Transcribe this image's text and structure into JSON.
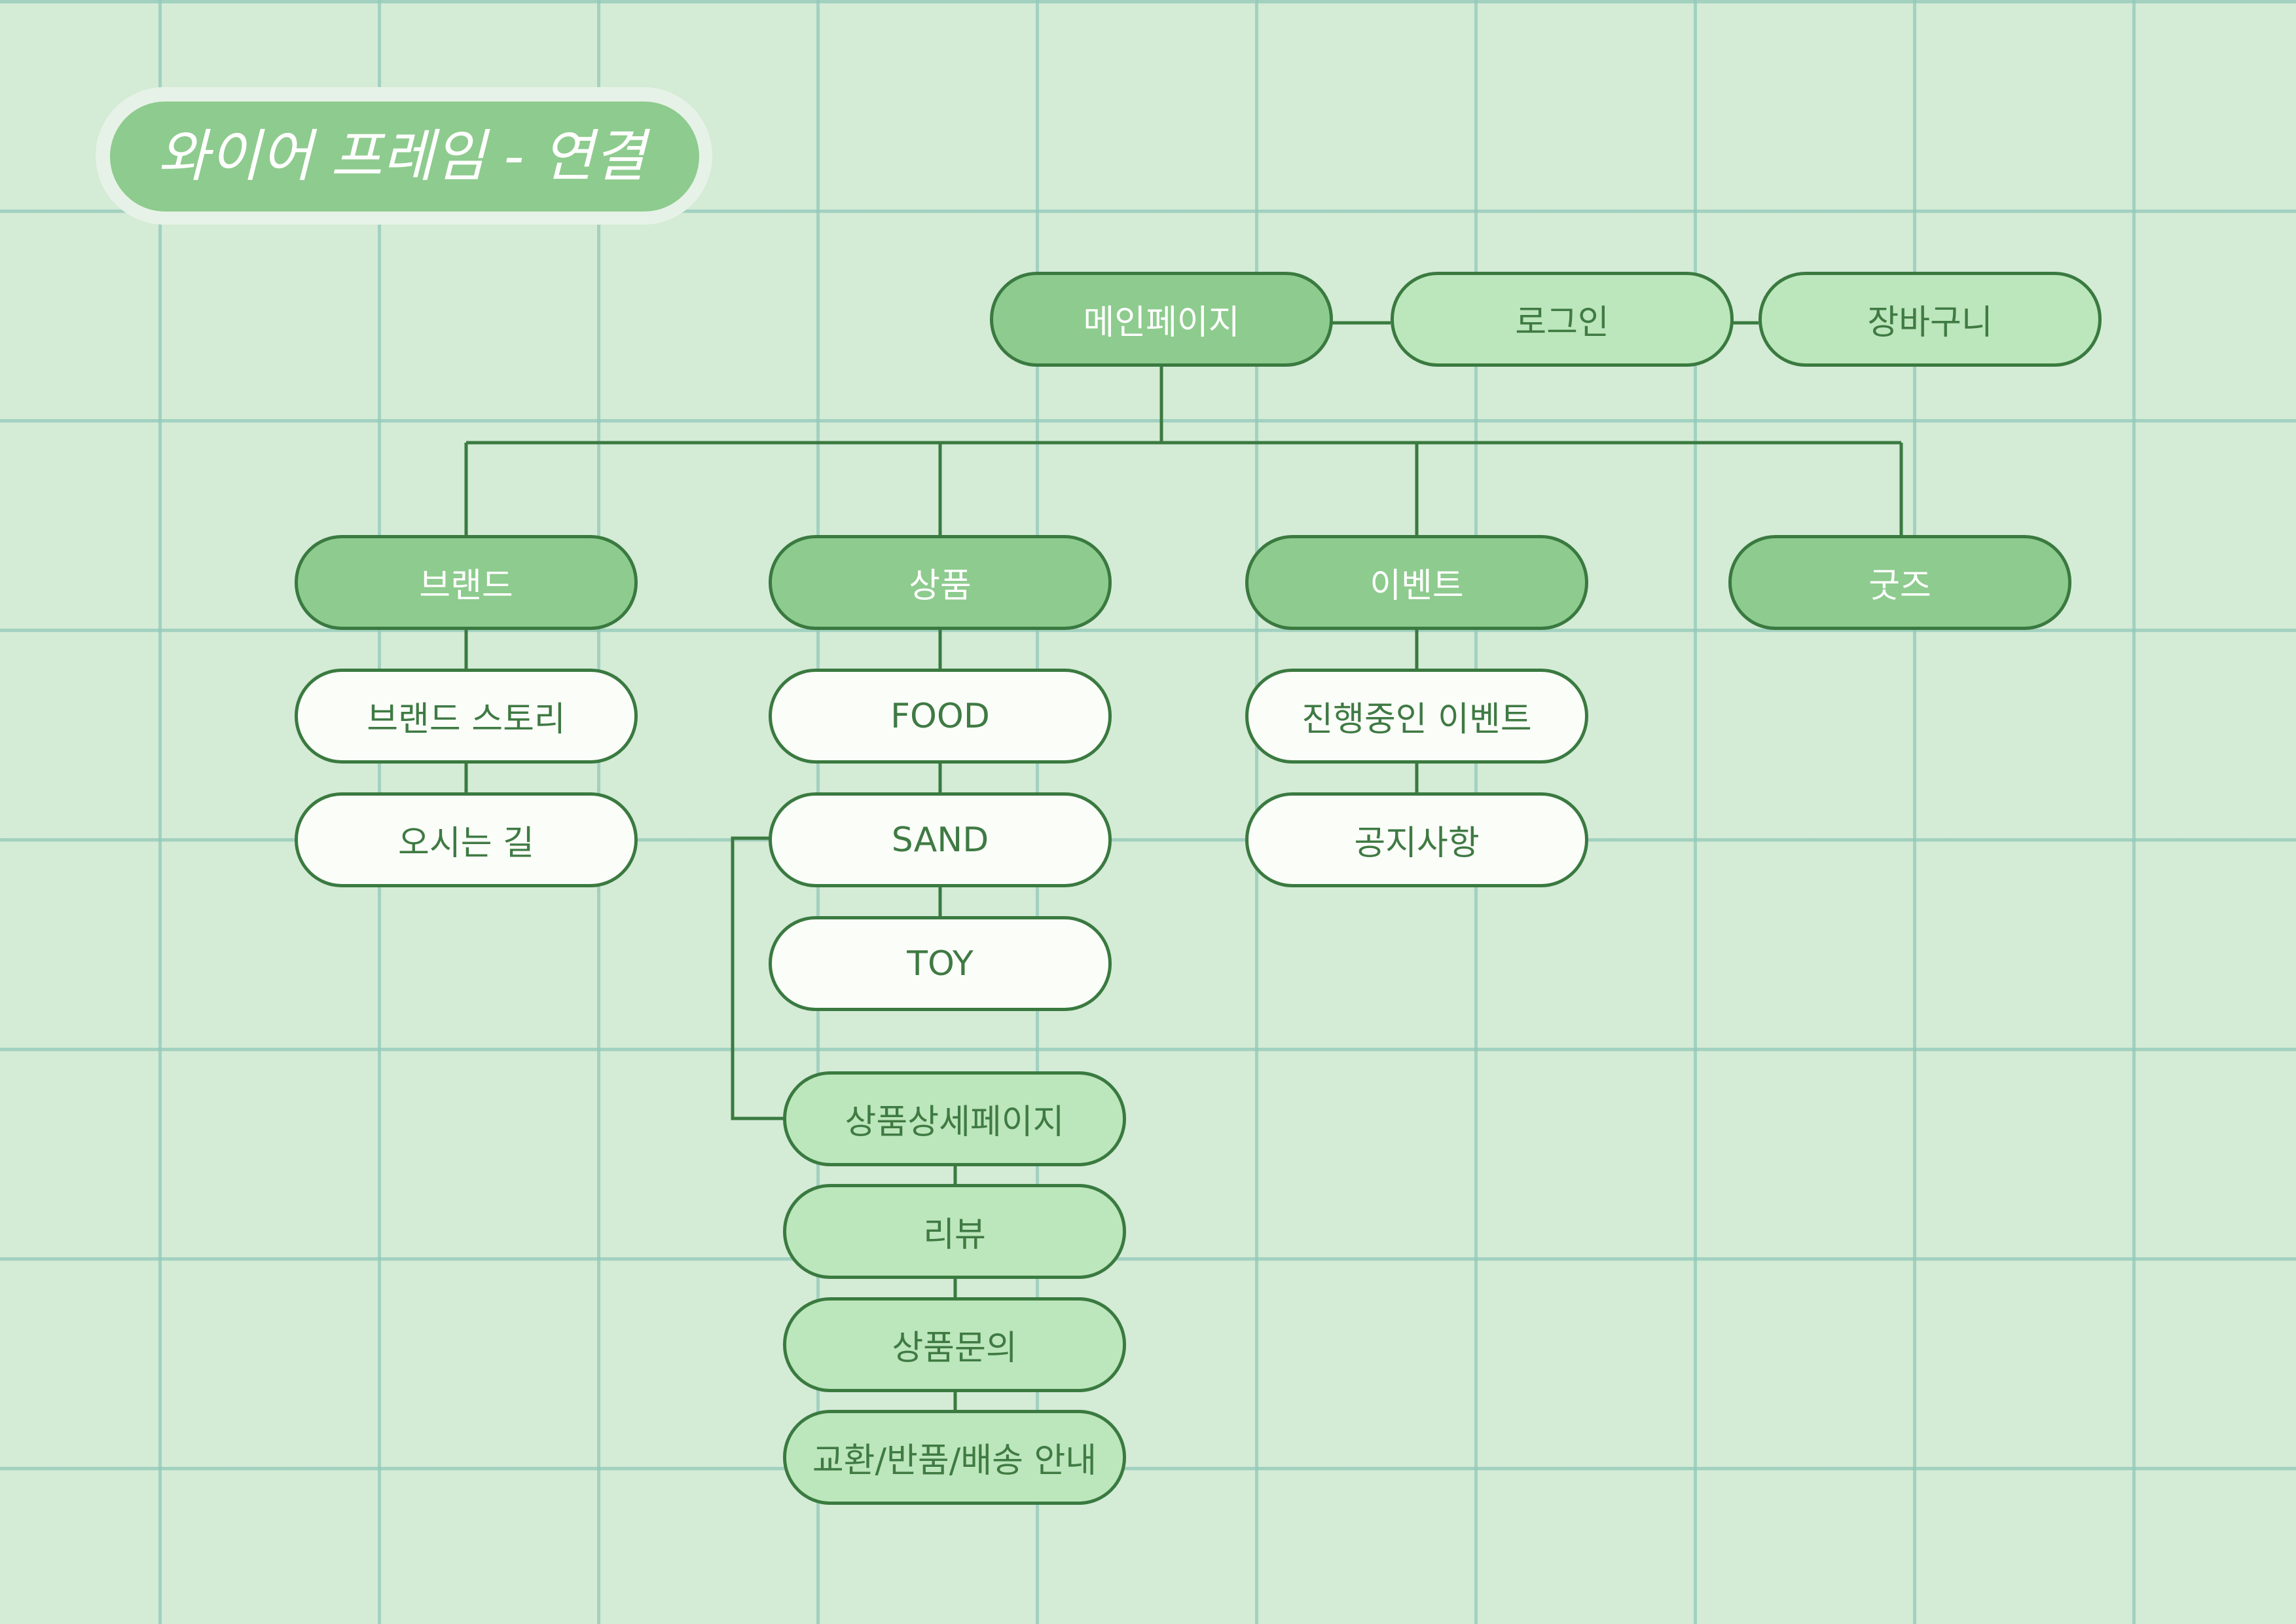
{
  "title": "와이어 프레임 - 연결",
  "colors": {
    "background": "#d4ebd6",
    "grid": "#91c8b9",
    "node_dark": "#8ecb8e",
    "node_light": "#bce6bb",
    "node_white": "#fbfdf9",
    "border": "#3a7a40",
    "text": "#3f7a43"
  },
  "nodes": {
    "main": "메인페이지",
    "login": "로그인",
    "cart": "장바구니",
    "brand": "브랜드",
    "product": "상품",
    "event": "이벤트",
    "goods": "굿즈",
    "brand_story": "브랜드 스토리",
    "directions": "오시는 길",
    "food": "FOOD",
    "sand": "SAND",
    "toy": "TOY",
    "ongoing_event": "진행중인 이벤트",
    "notice": "공지사항",
    "product_detail": "상품상세페이지",
    "review": "리뷰",
    "product_inquiry": "상품문의",
    "exchange_info": "교환/반품/배송 안내"
  },
  "edges": [
    [
      "main",
      "login"
    ],
    [
      "login",
      "cart"
    ],
    [
      "main",
      "brand"
    ],
    [
      "main",
      "product"
    ],
    [
      "main",
      "event"
    ],
    [
      "main",
      "goods"
    ],
    [
      "brand",
      "brand_story"
    ],
    [
      "brand_story",
      "directions"
    ],
    [
      "product",
      "food"
    ],
    [
      "food",
      "sand"
    ],
    [
      "sand",
      "toy"
    ],
    [
      "sand",
      "product_detail"
    ],
    [
      "event",
      "ongoing_event"
    ],
    [
      "ongoing_event",
      "notice"
    ],
    [
      "product_detail",
      "review"
    ],
    [
      "review",
      "product_inquiry"
    ],
    [
      "product_inquiry",
      "exchange_info"
    ]
  ]
}
